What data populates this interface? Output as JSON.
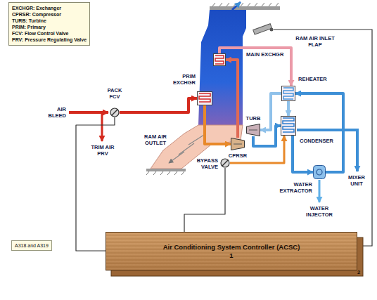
{
  "diagram": {
    "nodes": [
      {
        "text": [
          "EXCHGR: Exchanger",
          "CPRSR: Compressor",
          "TURB: Turbine",
          "PRIM: Primary",
          "FCV: Flow Control Valve",
          "PRV: Pressure Regulating Valve"
        ]
      },
      {
        "text": [
          "MAIN EXCHGR"
        ]
      },
      {
        "text": [
          "REHEATER"
        ]
      },
      {
        "text": [
          "PACK FCV"
        ]
      },
      {
        "text": [
          "PRIM EXCHGR"
        ]
      },
      {
        "text": [
          "TURB"
        ]
      },
      {
        "text": [
          "CPRSR"
        ]
      },
      {
        "text": [
          "BYPASS VALVE"
        ]
      },
      {
        "text": [
          "CONDENSER"
        ]
      },
      {
        "text": [
          "WATER EXTRACTOR"
        ]
      },
      {
        "text": [
          "Air Conditioning System Controller (ACSC) 1"
        ]
      },
      {
        "text": [
          "A318 and A319"
        ]
      }
    ],
    "edges": [
      {
        "from": 3,
        "to": 4,
        "arrow": "to"
      },
      {
        "from": 4,
        "to": 6,
        "arrow": "to"
      },
      {
        "from": 6,
        "to": 1,
        "arrow": "to"
      },
      {
        "from": 1,
        "to": 2,
        "arrow": "to"
      },
      {
        "from": 2,
        "to": 8,
        "arrow": "to"
      },
      {
        "from": 8,
        "to": 9,
        "arrow": "to"
      },
      {
        "from": 9,
        "to": 2,
        "arrow": "to"
      },
      {
        "from": 2,
        "to": 5,
        "arrow": "to"
      },
      {
        "from": 5,
        "to": 8,
        "arrow": "to"
      },
      {
        "from": 7,
        "to": 8,
        "arrow": "to"
      },
      {
        "from": 10,
        "to": 3,
        "arrow": "none"
      },
      {
        "from": 10,
        "to": 7,
        "arrow": "none"
      }
    ],
    "labels": [
      "RAM AIR INLET FLAP",
      "AIR BLEED",
      "RAM AIR OUTLET",
      "TRIM AIR PRV",
      "MIXER UNIT",
      "WATER INJECTOR",
      "2"
    ]
  }
}
